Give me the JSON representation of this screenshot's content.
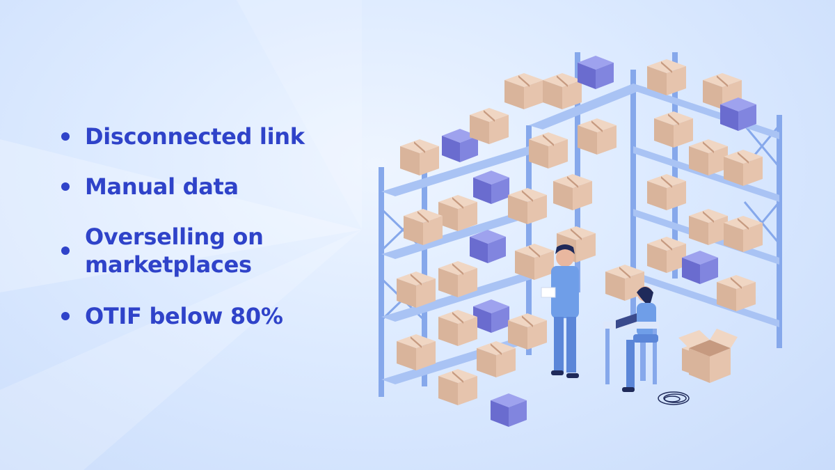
{
  "bullets": [
    {
      "text": "Disconnected link"
    },
    {
      "text": "Manual data"
    },
    {
      "text": "Overselling on marketplaces",
      "lines": [
        "Overselling on",
        "marketplaces"
      ]
    },
    {
      "text": "OTIF below 80%"
    }
  ],
  "colors": {
    "accent": "#2f43c9",
    "background": "#dceaff",
    "shelf": "#8fb2ef",
    "box": "#e2c2ad",
    "box_purple": "#7b7ed9"
  },
  "illustration": {
    "icon": "warehouse-illustration-icon"
  }
}
